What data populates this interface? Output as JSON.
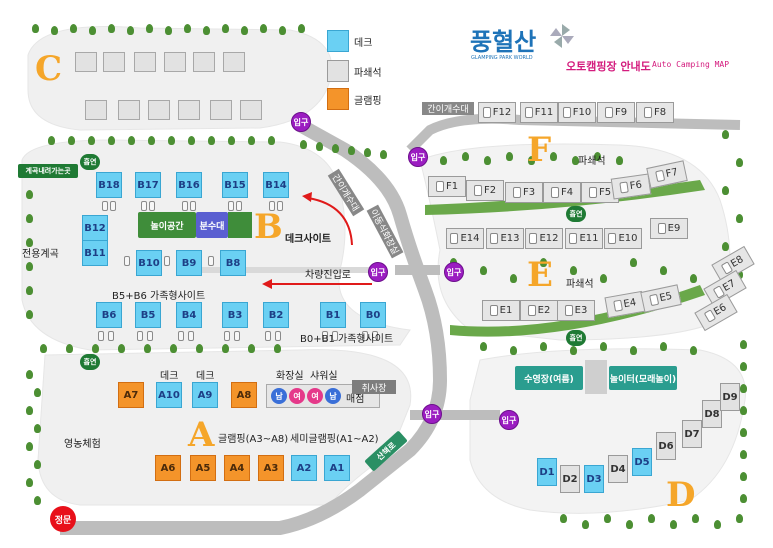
{
  "legend": {
    "deck": "데크",
    "pasa": "파쇄석",
    "glamping": "글램핑"
  },
  "colors": {
    "deck": "#6ad0f3",
    "pasa": "#e2e2e2",
    "glamping": "#f4942a",
    "entrance": "#9b1dc1",
    "gate": "#e8101a",
    "arrow": "#e01a1a",
    "green": "#5a9a38"
  },
  "brand": {
    "logo": "풍혈산",
    "logo_sub": "GLAMPING PARK WORLD",
    "title_ko": "오토캠핑장 안내도",
    "title_en": "Auto Camping MAP"
  },
  "zones": {
    "A": "A",
    "B": "B",
    "C": "C",
    "D": "D",
    "E": "E",
    "F": "F"
  },
  "labels": {
    "entrance": "입구",
    "main_gate": "정문",
    "smoking": "흡연",
    "smoking2": "흡연",
    "smoking3": "흡연",
    "smoking4": "흡연",
    "valley_down": "계곡내려가는곳",
    "valley_only": "전용계곡",
    "simple_sink_f": "간이개수대",
    "simple_sink_road": "간이개수대",
    "mobile_toilet": "이동식화장실",
    "playground": "놀이공간",
    "fountain": "분수대",
    "deck_site": "데크사이트",
    "car_entry": "차량진입로",
    "b5b6_family": "B5+B6 가족형사이트",
    "b0b1_family": "B0+B1 가족형사이트",
    "deck_a1": "데크",
    "deck_a2": "데크",
    "toilet": "화장실",
    "shower": "샤워실",
    "store": "매점",
    "cooking": "취사장",
    "farm": "영농체험",
    "glamping_a3a8": "글램핑(A3~A8)",
    "semi_glamping": "세미글램핑(A1~A2)",
    "walkway": "산책로",
    "pool": "수영장(여름)",
    "sandplay": "놀이터(모래놀이)",
    "pasa_f": "파쇄석",
    "pasa_e": "파쇄석",
    "male": "남",
    "female": "여",
    "female2": "여",
    "male2": "남"
  },
  "sites": {
    "B_row1": [
      "B18",
      "B17",
      "B16",
      "B15",
      "B14"
    ],
    "B_left": [
      "B12",
      "B11"
    ],
    "B_mid": [
      "B10",
      "B9",
      "B8"
    ],
    "B_row3": [
      "B6",
      "B5",
      "B4",
      "B3",
      "B2",
      "B1",
      "B0"
    ],
    "A_top": [
      "A7",
      "A10",
      "A9",
      "A8"
    ],
    "A_bottom": [
      "A6",
      "A5",
      "A4",
      "A3",
      "A2",
      "A1"
    ],
    "F_top": [
      "F12",
      "F11",
      "F10",
      "F9",
      "F8"
    ],
    "F_row": [
      "F1",
      "F2",
      "F3",
      "F4",
      "F5",
      "F6",
      "F7"
    ],
    "E_row1": [
      "E14",
      "E13",
      "E12",
      "E11",
      "E10",
      "E9"
    ],
    "E_right": [
      "E8",
      "E7",
      "E6"
    ],
    "E_row2": [
      "E1",
      "E2",
      "E3",
      "E4",
      "E5"
    ],
    "D_row": [
      "D1",
      "D2",
      "D3",
      "D4",
      "D5",
      "D6",
      "D7",
      "D8",
      "D9"
    ]
  }
}
